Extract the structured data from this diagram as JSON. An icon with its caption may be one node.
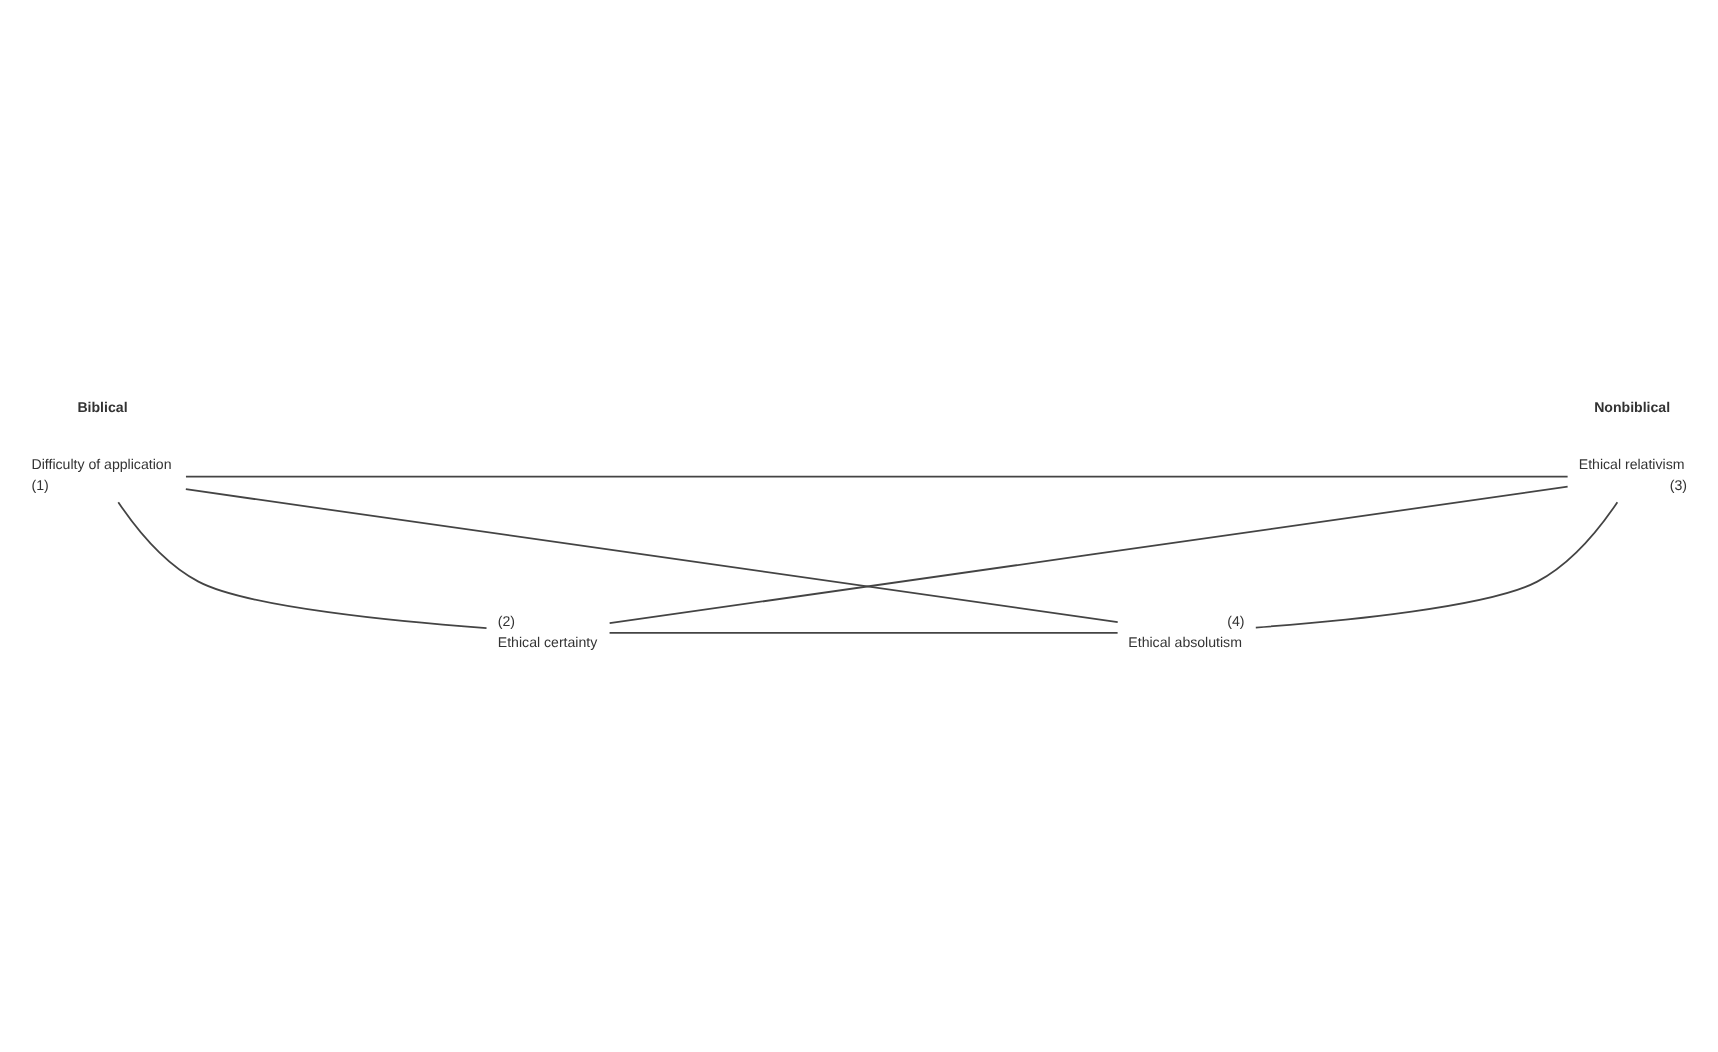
{
  "diagram": {
    "nodes": [
      {
        "text": [
          "(1)"
        ],
        "beside": [
          "Difficulty of application"
        ]
      },
      {
        "text": [
          "(2)"
        ],
        "beside": [
          "Ethical certainty"
        ]
      },
      {
        "text": [
          "(3)"
        ],
        "beside": [
          "Ethical relativism"
        ]
      },
      {
        "text": [
          "(4)"
        ],
        "beside": [
          "Ethical absolutism"
        ]
      }
    ],
    "edges": [
      {
        "from": 0,
        "to": 2,
        "arrow": "none"
      },
      {
        "from": 0,
        "to": 1,
        "arrow": "none"
      },
      {
        "from": 2,
        "to": 3,
        "arrow": "none"
      },
      {
        "from": 1,
        "to": 3,
        "arrow": "none"
      },
      {
        "from": 0,
        "to": 3,
        "arrow": "none"
      },
      {
        "from": 1,
        "to": 2,
        "arrow": "none"
      }
    ],
    "labels": [
      "Biblical",
      "Nonbiblical"
    ]
  }
}
